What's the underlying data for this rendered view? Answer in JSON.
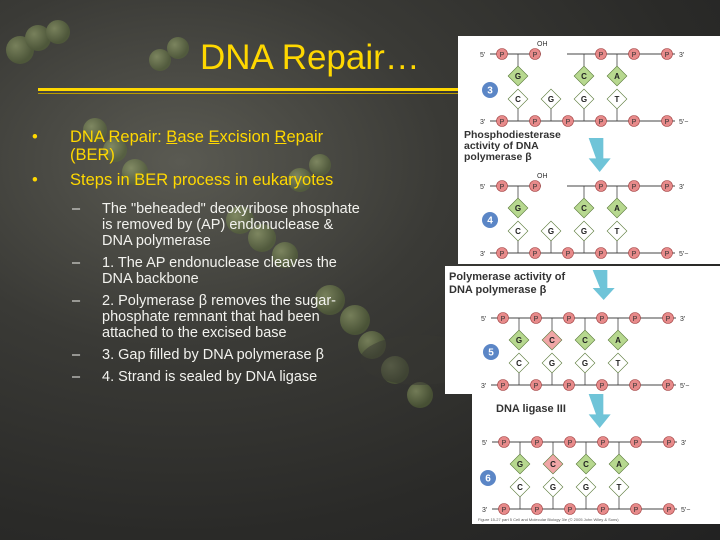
{
  "slide": {
    "title": "DNA Repair…",
    "bullets": [
      {
        "text_parts": [
          "DNA Repair: ",
          "B",
          "ase ",
          "E",
          "xcision ",
          "R",
          "epair (BER)"
        ]
      },
      {
        "text": "Steps in BER process in eukaryotes"
      }
    ],
    "subbullets": [
      "The \"beheaded\" deoxyribose phosphate is removed by (AP) endonuclease & DNA polymerase",
      "1. The AP endonuclease cleaves the DNA backbone",
      "2. Polymerase β removes the sugar-phosphate remnant that had been attached to the excised base",
      "3. Gap filled by DNA polymerase β",
      "4. Strand is sealed by DNA ligase"
    ],
    "bullet_symbol": "•",
    "dash_symbol": "–"
  },
  "figure": {
    "step_numbers": [
      "3",
      "4",
      "5",
      "6"
    ],
    "label_pde": [
      "Phosphodiesterase",
      "activity of DNA",
      "polymerase β"
    ],
    "label_pol": [
      "Polymerase activity of",
      "DNA polymerase β"
    ],
    "label_ligase": "DNA ligase III",
    "prime5": "5'",
    "prime3": "3'",
    "phosphate": "P",
    "oh": "OH",
    "top_bases": [
      "G",
      "",
      "C",
      "A",
      ""
    ],
    "top_bases_filled": [
      "G",
      "C",
      "C",
      "A",
      ""
    ],
    "bottom_bases": [
      "C",
      "G",
      "G",
      "T",
      ""
    ],
    "caption": "Figure 15-27 part 5 Cell and Molecular Biology 3/e (© 2005 John Wiley & Sons)"
  },
  "colors": {
    "title": "#ffd800",
    "phosphate": "#e78a8a",
    "base_top": "#b7d88f",
    "base_c_new": "#f0a6a6",
    "arrow": "#6fc4d8",
    "number_circle": "#5b86c6"
  }
}
